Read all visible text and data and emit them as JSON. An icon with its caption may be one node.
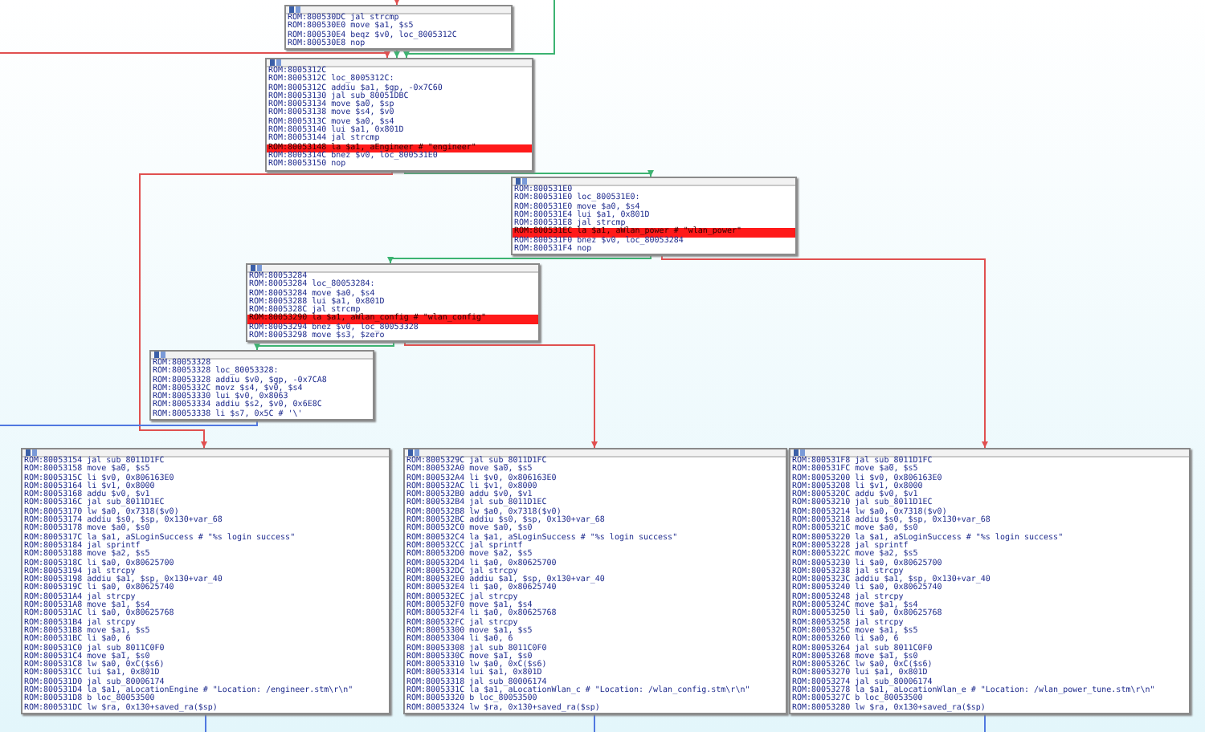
{
  "diagram": {
    "nodes": [
      {
        "text": [
          "ROM:800530DC jal strcmp",
          "ROM:800530E0 move $a1, $s5",
          "ROM:800530E4 beqz $v0, loc_8005312C",
          "ROM:800530E8 nop"
        ]
      },
      {
        "text": [
          "ROM:8005312C",
          "ROM:8005312C loc_8005312C:",
          "ROM:8005312C addiu $a1, $gp, -0x7C60",
          "ROM:80053130 jal sub_80051DBC",
          "ROM:80053134 move $a0, $sp",
          "ROM:80053138 move $s4, $v0",
          "ROM:8005313C move $a0, $s4",
          "ROM:80053140 lui $a1, 0x801D",
          "ROM:80053144 jal strcmp",
          "ROM:80053148 la $a1, aEngineer # \"engineer\"",
          "ROM:8005314C bnez $v0, loc_800531E0",
          "ROM:80053150 nop"
        ]
      },
      {
        "text": [
          "ROM:800531E0",
          "ROM:800531E0 loc_800531E0:",
          "ROM:800531E0 move $a0, $s4",
          "ROM:800531E4 lui $a1, 0x801D",
          "ROM:800531E8 jal strcmp",
          "ROM:800531EC la $a1, aWlan_power # \"wlan_power\"",
          "ROM:800531F0 bnez $v0, loc_80053284",
          "ROM:800531F4 nop"
        ]
      },
      {
        "text": [
          "ROM:80053284",
          "ROM:80053284 loc_80053284:",
          "ROM:80053284 move $a0, $s4",
          "ROM:80053288 lui $a1, 0x801D",
          "ROM:8005328C jal strcmp",
          "ROM:80053290 la $a1, aWlan_config # \"wlan_config\"",
          "ROM:80053294 bnez $v0, loc_80053328",
          "ROM:80053298 move $s3, $zero"
        ]
      },
      {
        "text": [
          "ROM:80053328",
          "ROM:80053328 loc_80053328:",
          "ROM:80053328 addiu $v0, $gp, -0x7CA8",
          "ROM:8005332C movz $s4, $v0, $s4",
          "ROM:80053330 lui $v0, 0x8063",
          "ROM:80053334 addiu $s2, $v0, 0x6E8C",
          "ROM:80053338 li $s7, 0x5C # '\\'"
        ]
      },
      {
        "text": [
          "ROM:80053154 jal sub_8011D1FC",
          "ROM:80053158 move $a0, $s5",
          "ROM:8005315C li $v0, 0x806163E0",
          "ROM:80053164 li $v1, 0x8000",
          "ROM:80053168 addu $v0, $v1",
          "ROM:8005316C jal sub_8011D1EC",
          "ROM:80053170 lw $a0, 0x7318($v0)",
          "ROM:80053174 addiu $s0, $sp, 0x130+var_68",
          "ROM:80053178 move $a0, $s0",
          "ROM:8005317C la $a1, aSLoginSuccess # \"%s login success\"",
          "ROM:80053184 jal sprintf",
          "ROM:80053188 move $a2, $s5",
          "ROM:8005318C li $a0, 0x80625700",
          "ROM:80053194 jal strcpy",
          "ROM:80053198 addiu $a1, $sp, 0x130+var_40",
          "ROM:8005319C li $a0, 0x80625740",
          "ROM:800531A4 jal strcpy",
          "ROM:800531A8 move $a1, $s4",
          "ROM:800531AC li $a0, 0x80625768",
          "ROM:800531B4 jal strcpy",
          "ROM:800531B8 move $a1, $s5",
          "ROM:800531BC li $a0, 6",
          "ROM:800531C0 jal sub_8011C0F0",
          "ROM:800531C4 move $a1, $s0",
          "ROM:800531C8 lw $a0, 0xC($s6)",
          "ROM:800531CC lui $a1, 0x801D",
          "ROM:800531D0 jal sub_80006174",
          "ROM:800531D4 la $a1, aLocationEngine # \"Location: /engineer.stm\\r\\n\"",
          "ROM:800531D8 b loc_80053500",
          "ROM:800531DC lw $ra, 0x130+saved_ra($sp)"
        ]
      },
      {
        "text": [
          "ROM:8005329C jal sub_8011D1FC",
          "ROM:800532A0 move $a0, $s5",
          "ROM:800532A4 li $v0, 0x806163E0",
          "ROM:800532AC li $v1, 0x8000",
          "ROM:800532B0 addu $v0, $v1",
          "ROM:800532B4 jal sub_8011D1EC",
          "ROM:800532B8 lw $a0, 0x7318($v0)",
          "ROM:800532BC addiu $s0, $sp, 0x130+var_68",
          "ROM:800532C0 move $a0, $s0",
          "ROM:800532C4 la $a1, aSLoginSuccess # \"%s login success\"",
          "ROM:800532CC jal sprintf",
          "ROM:800532D0 move $a2, $s5",
          "ROM:800532D4 li $a0, 0x80625700",
          "ROM:800532DC jal strcpy",
          "ROM:800532E0 addiu $a1, $sp, 0x130+var_40",
          "ROM:800532E4 li $a0, 0x80625740",
          "ROM:800532EC jal strcpy",
          "ROM:800532F0 move $a1, $s4",
          "ROM:800532F4 li $a0, 0x80625768",
          "ROM:800532FC jal strcpy",
          "ROM:80053300 move $a1, $s5",
          "ROM:80053304 li $a0, 6",
          "ROM:80053308 jal sub_8011C0F0",
          "ROM:8005330C move $a1, $s0",
          "ROM:80053310 lw $a0, 0xC($s6)",
          "ROM:80053314 lui $a1, 0x801D",
          "ROM:80053318 jal sub_80006174",
          "ROM:8005331C la $a1, aLocationWlan_c # \"Location: /wlan_config.stm\\r\\n\"",
          "ROM:80053320 b loc_80053500",
          "ROM:80053324 lw $ra, 0x130+saved_ra($sp)"
        ]
      },
      {
        "text": [
          "ROM:800531F8 jal sub_8011D1FC",
          "ROM:800531FC move $a0, $s5",
          "ROM:80053200 li $v0, 0x806163E0",
          "ROM:80053208 li $v1, 0x8000",
          "ROM:8005320C addu $v0, $v1",
          "ROM:80053210 jal sub_8011D1EC",
          "ROM:80053214 lw $a0, 0x7318($v0)",
          "ROM:80053218 addiu $s0, $sp, 0x130+var_68",
          "ROM:8005321C move $a0, $s0",
          "ROM:80053220 la $a1, aSLoginSuccess # \"%s login success\"",
          "ROM:80053228 jal sprintf",
          "ROM:8005322C move $a2, $s5",
          "ROM:80053230 li $a0, 0x80625700",
          "ROM:80053238 jal strcpy",
          "ROM:8005323C addiu $a1, $sp, 0x130+var_40",
          "ROM:80053240 li $a0, 0x80625740",
          "ROM:80053248 jal strcpy",
          "ROM:8005324C move $a1, $s4",
          "ROM:80053250 li $a0, 0x80625768",
          "ROM:80053258 jal strcpy",
          "ROM:8005325C move $a1, $s5",
          "ROM:80053260 li $a0, 6",
          "ROM:80053264 jal sub_8011C0F0",
          "ROM:80053268 move $a1, $s0",
          "ROM:8005326C lw $a0, 0xC($s6)",
          "ROM:80053270 lui $a1, 0x801D",
          "ROM:80053274 jal sub_80006174",
          "ROM:80053278 la $a1, aLocationWlan_e # \"Location: /wlan_power_tune.stm\\r\\n\"",
          "ROM:8005327C b loc_80053500",
          "ROM:80053280 lw $ra, 0x130+saved_ra($sp)"
        ]
      }
    ],
    "edges": [
      {
        "from": null,
        "to": 0,
        "arrow": "to",
        "color": "#e05050"
      },
      {
        "from": 0,
        "to": 1,
        "arrow": "to",
        "color": "#3cb371"
      },
      {
        "from": null,
        "to": 1,
        "arrow": "to",
        "color": "#e05050"
      },
      {
        "from": null,
        "to": 1,
        "arrow": "to",
        "color": "#3cb371"
      },
      {
        "from": 1,
        "to": 2,
        "arrow": "to",
        "color": "#3cb371"
      },
      {
        "from": 1,
        "to": 5,
        "arrow": "to",
        "color": "#e05050"
      },
      {
        "from": 2,
        "to": 3,
        "arrow": "to",
        "color": "#3cb371"
      },
      {
        "from": 2,
        "to": 7,
        "arrow": "to",
        "color": "#e05050"
      },
      {
        "from": 3,
        "to": 4,
        "arrow": "to",
        "color": "#3cb371"
      },
      {
        "from": 3,
        "to": 6,
        "arrow": "to",
        "color": "#e05050"
      },
      {
        "from": 4,
        "to": null,
        "arrow": "none",
        "color": "#5078e0"
      },
      {
        "from": 5,
        "to": null,
        "arrow": "none",
        "color": "#5078e0"
      },
      {
        "from": 6,
        "to": null,
        "arrow": "none",
        "color": "#5078e0"
      },
      {
        "from": 7,
        "to": null,
        "arrow": "none",
        "color": "#5078e0"
      }
    ]
  }
}
